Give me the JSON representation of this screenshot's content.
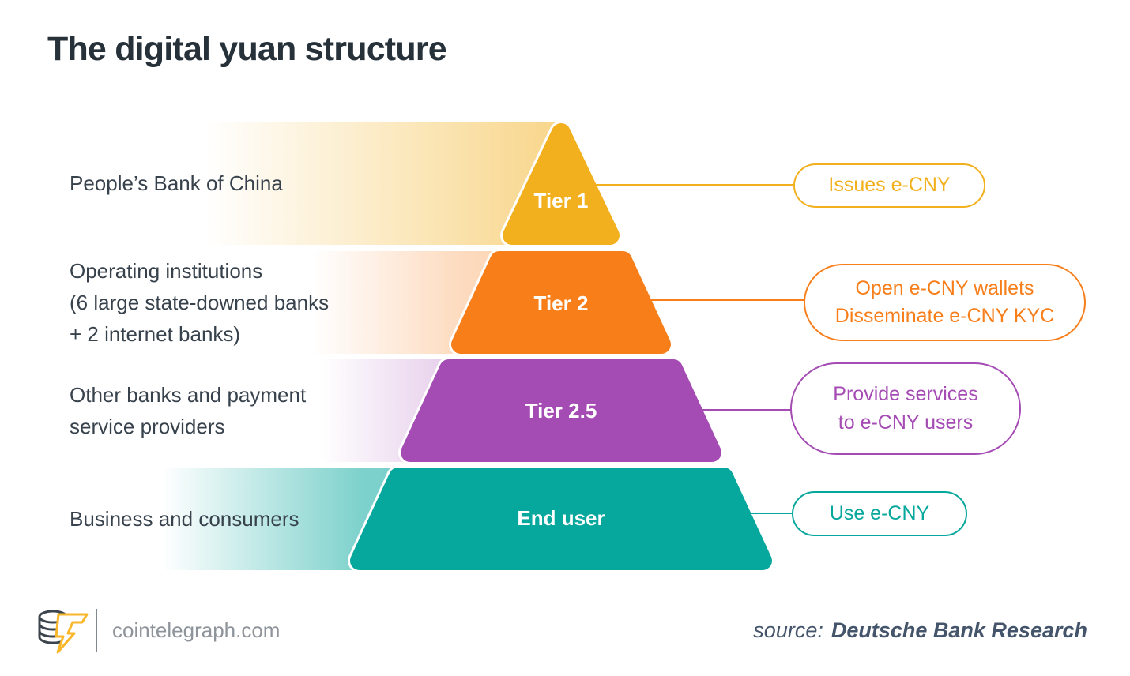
{
  "title": "The digital yuan structure",
  "tiers": [
    {
      "name": "Tier 1",
      "label": "People’s Bank of China",
      "badge": "Issues e-CNY",
      "color": "#F2B01E"
    },
    {
      "name": "Tier 2",
      "label": "Operating institutions\n(6 large state-downed banks\n+ 2 internet banks)",
      "badge": "Open e-CNY wallets\nDisseminate e-CNY KYC",
      "color": "#F87E1A"
    },
    {
      "name": "Tier 2.5",
      "label": "Other banks and payment\nservice providers",
      "badge": "Provide services\nto e-CNY users",
      "color": "#A54CB4"
    },
    {
      "name": "End user",
      "label": "Business and consumers",
      "badge": "Use e-CNY",
      "color": "#06A79D"
    }
  ],
  "footer": {
    "site": "cointelegraph.com",
    "source_prefix": "source:",
    "source_name": "Deutsche Bank Research"
  }
}
